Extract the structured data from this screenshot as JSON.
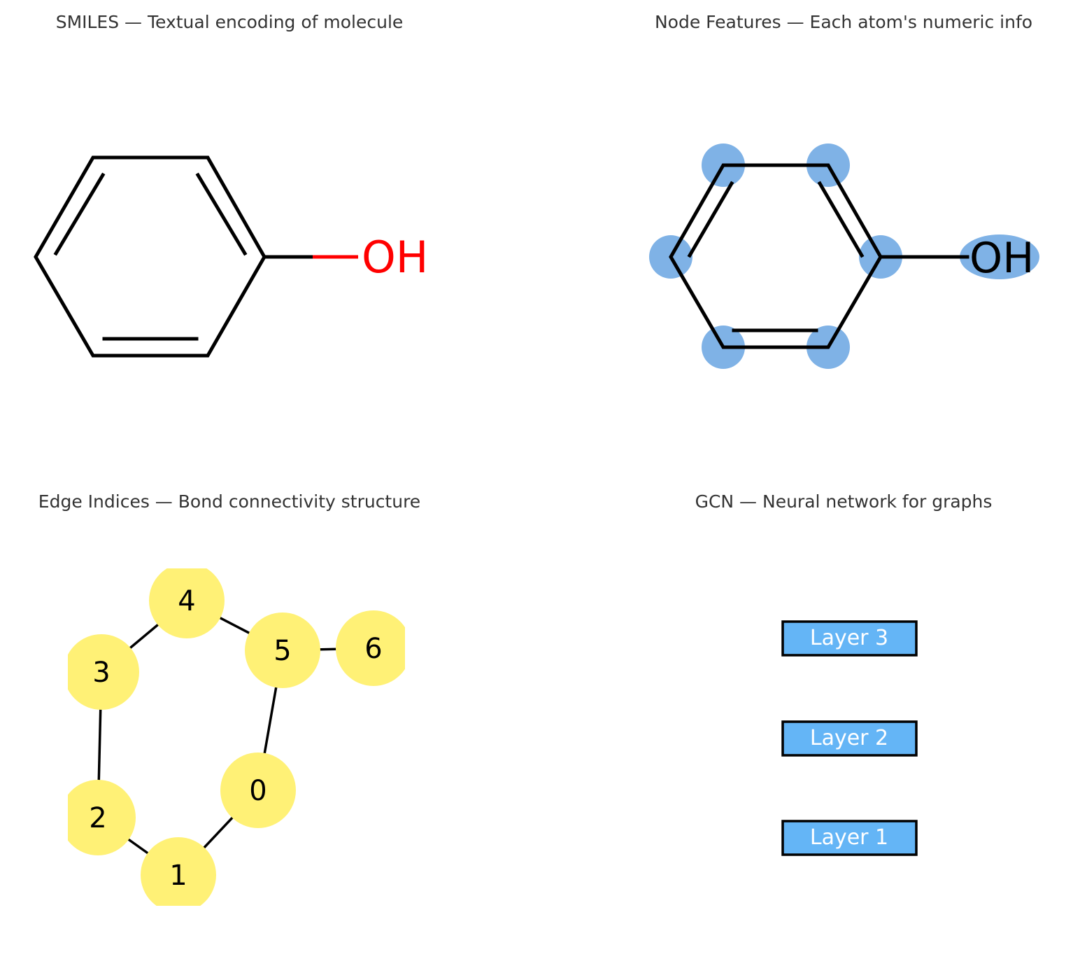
{
  "panels": {
    "smiles": {
      "title": "SMILES — Textual encoding of molecule",
      "atom_label": "OH"
    },
    "node_features": {
      "title": "Node Features — Each atom's numeric info",
      "atom_label": "OH"
    },
    "edge_indices": {
      "title": "Edge Indices — Bond connectivity structure",
      "nodes": [
        {
          "id": "0",
          "label": "0"
        },
        {
          "id": "1",
          "label": "1"
        },
        {
          "id": "2",
          "label": "2"
        },
        {
          "id": "3",
          "label": "3"
        },
        {
          "id": "4",
          "label": "4"
        },
        {
          "id": "5",
          "label": "5"
        },
        {
          "id": "6",
          "label": "6"
        }
      ],
      "edges": [
        [
          "0",
          "1"
        ],
        [
          "1",
          "2"
        ],
        [
          "2",
          "3"
        ],
        [
          "3",
          "4"
        ],
        [
          "4",
          "5"
        ],
        [
          "5",
          "0"
        ],
        [
          "5",
          "6"
        ]
      ]
    },
    "gcn": {
      "title": "GCN — Neural network for graphs",
      "layers": [
        "Layer 3",
        "Layer 2",
        "Layer 1"
      ]
    }
  },
  "colors": {
    "oxygen": "#ff0000",
    "node_highlight": "#7fb2e6",
    "graph_node": "#fff176",
    "layer_box": "#64b5f6"
  }
}
